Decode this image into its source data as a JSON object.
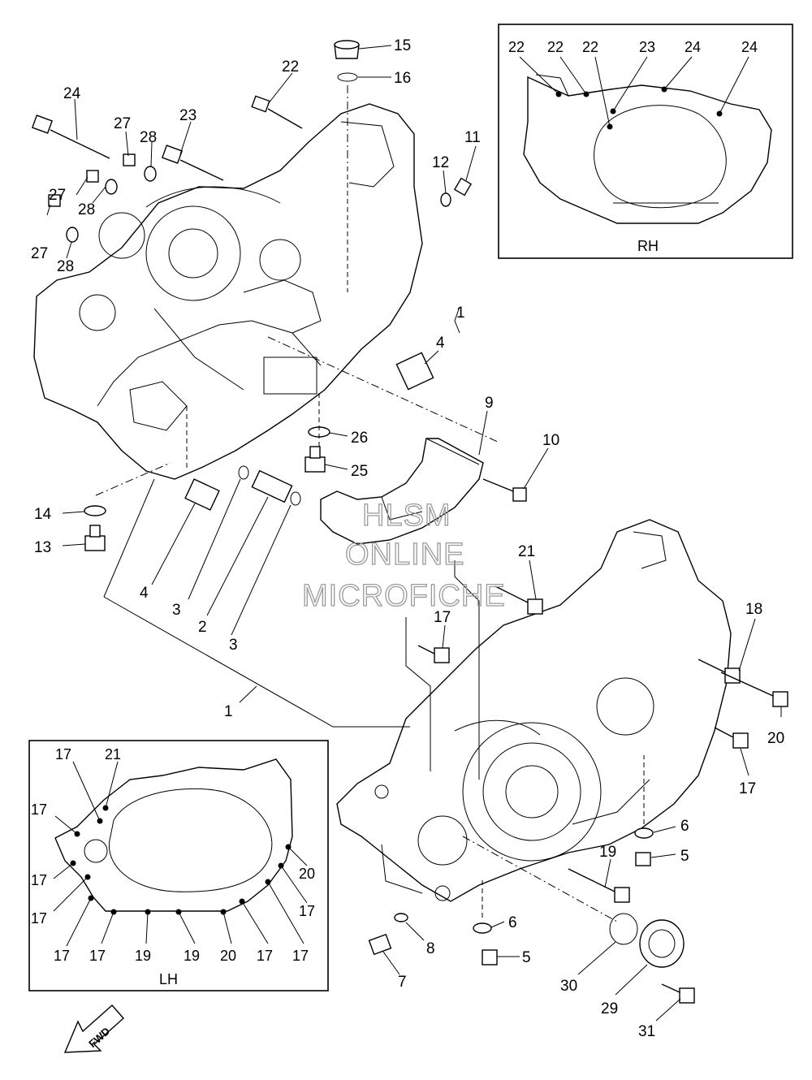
{
  "watermark": {
    "line1": "HLSM",
    "line2": "ONLINE",
    "line3": "MICROFICHE"
  },
  "callouts": {
    "c15": "15",
    "c16": "16",
    "c22": "22",
    "c24": "24",
    "c27a": "27",
    "c28a": "28",
    "c23": "23",
    "c27b": "27",
    "c28b": "28",
    "c27c": "27",
    "c28c": "28",
    "c11": "11",
    "c12": "12",
    "c1a": "1",
    "c4a": "4",
    "c9": "9",
    "c10": "10",
    "c26": "26",
    "c25": "25",
    "c14": "14",
    "c13": "13",
    "c4b": "4",
    "c3a": "3",
    "c2": "2",
    "c3b": "3",
    "c1b": "1",
    "c21": "21",
    "c17a": "17",
    "c18": "18",
    "c20": "20",
    "c17b": "17",
    "c6a": "6",
    "c5a": "5",
    "c19": "19",
    "c6b": "6",
    "c8": "8",
    "c5b": "5",
    "c7": "7",
    "c30": "30",
    "c29": "29",
    "c31": "31"
  },
  "inset_rh": {
    "title": "RH",
    "labels": [
      "22",
      "22",
      "22",
      "23",
      "24",
      "24"
    ]
  },
  "inset_lh": {
    "title": "LH",
    "labels": [
      "17",
      "21",
      "17",
      "17",
      "17",
      "17",
      "17",
      "19",
      "19",
      "20",
      "17",
      "17",
      "17",
      "20"
    ]
  },
  "fwd_label": "FWD"
}
